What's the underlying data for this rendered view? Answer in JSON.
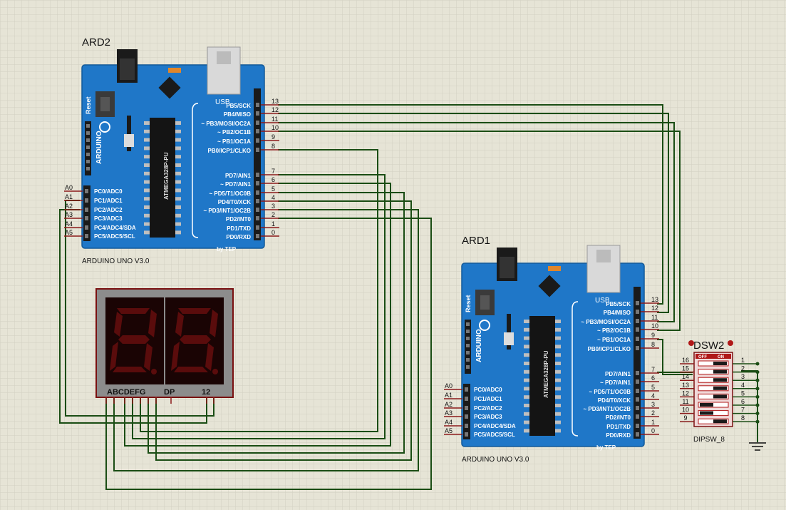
{
  "colors": {
    "background": "#e6e4d6",
    "grid": "#d3d1c3",
    "board": "#1f77c8",
    "wire": "#1a4d14",
    "pinstub": "#8b1a1a",
    "display_segment": "#5a0c0c"
  },
  "ard2": {
    "ref": "ARD2",
    "model": "ARDUINO UNO V3.0",
    "bytep": "by TEP",
    "usb": "USB",
    "reset": "Reset",
    "logo": "ARDUINO",
    "chip": "ATMEGA328P-PU"
  },
  "ard1": {
    "ref": "ARD1",
    "model": "ARDUINO UNO V3.0",
    "bytep": "by TEP",
    "usb": "USB",
    "reset": "Reset",
    "logo": "ARDUINO",
    "chip": "ATMEGA328P-PU"
  },
  "pins": {
    "upper_labels": [
      "PB5/SCK",
      "PB4/MISO",
      "~ PB3/MOSI/OC2A",
      "~ PB2/OC1B",
      "~ PB1/OC1A",
      "PB0/ICP1/CLKO"
    ],
    "upper_nums": [
      "13",
      "12",
      "11",
      "10",
      "9",
      "8"
    ],
    "lower_labels": [
      "PD7/AIN1",
      "~ PD7/AIN1",
      "~ PD5/T1/OC0B",
      "PD4/T0/XCK",
      "~ PD3/INT1/OC2B",
      "PD2/INT0",
      "PD1/TXD",
      "PD0/RXD"
    ],
    "lower_nums": [
      "7",
      "6",
      "5",
      "4",
      "3",
      "2",
      "1",
      "0"
    ],
    "analog_labels": [
      "PC0/ADC0",
      "PC1/ADC1",
      "PC2/ADC2",
      "PC3/ADC3",
      "PC4/ADC4/SDA",
      "PC5/ADC5/SCL"
    ],
    "analog_nums": [
      "A0",
      "A1",
      "A2",
      "A3",
      "A4",
      "A5"
    ]
  },
  "display": {
    "segments_label": "ABCDEFG",
    "dp_label": "DP",
    "digits_label": "12"
  },
  "dipswitch": {
    "ref": "DSW2",
    "part": "DIPSW_8",
    "off": "OFF",
    "on": "ON",
    "left_nums": [
      "16",
      "15",
      "14",
      "13",
      "12",
      "11",
      "10",
      "9"
    ],
    "right_nums": [
      "1",
      "2",
      "3",
      "4",
      "5",
      "6",
      "7",
      "8"
    ]
  }
}
